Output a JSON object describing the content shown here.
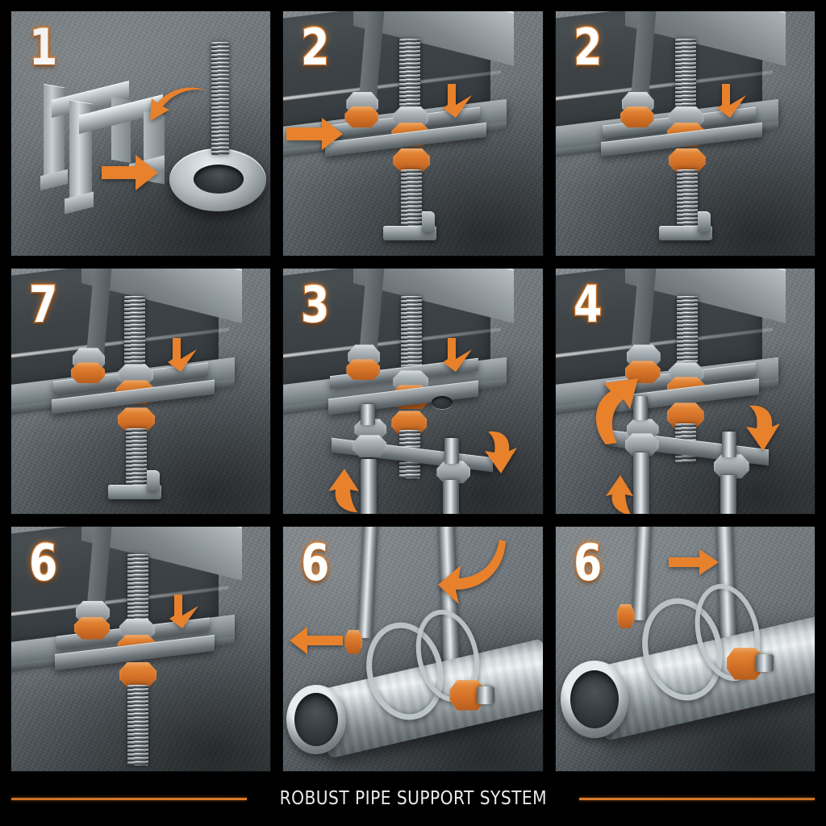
{
  "document": {
    "title": "ROBUST PIPE SUPPORT SYSTEM",
    "layout": "3x3 instruction photo grid",
    "background_color": "#000000",
    "accent_color": "#e8812c"
  },
  "footer": {
    "caption": "ROBUST PIPE SUPPORT SYSTEM",
    "rule_color": "#e8812c"
  },
  "panels": [
    {
      "id": "panel-1",
      "step_number": "1",
      "row": 1,
      "col": 1,
      "subject": "beam-clamp-bracket-and-threaded-bolt-with-washer-plate",
      "arrows": [
        {
          "name": "curved-arrow-down-left",
          "direction": "down-left",
          "color": "#e8812c"
        },
        {
          "name": "straight-arrow-right",
          "direction": "right",
          "color": "#e8812c"
        }
      ]
    },
    {
      "id": "panel-2",
      "step_number": "2",
      "row": 1,
      "col": 2,
      "subject": "beam-clamp-assembled-on-i-beam-flange-with-orange-nuts",
      "arrows": [
        {
          "name": "straight-arrow-right",
          "direction": "right",
          "color": "#e8812c"
        },
        {
          "name": "bent-arrow-down-left",
          "direction": "down-left",
          "color": "#e8812c"
        }
      ]
    },
    {
      "id": "panel-3",
      "step_number": "2",
      "row": 1,
      "col": 3,
      "subject": "beam-clamp-assembled-on-i-beam-flange-detail",
      "arrows": [
        {
          "name": "bent-arrow-down-left",
          "direction": "down-left",
          "color": "#e8812c"
        }
      ]
    },
    {
      "id": "panel-4",
      "step_number": "7",
      "row": 2,
      "col": 1,
      "subject": "beam-clamp-with-hook-end-threaded-rod",
      "arrows": [
        {
          "name": "bent-arrow-down-left",
          "direction": "down-left",
          "color": "#e8812c"
        }
      ]
    },
    {
      "id": "panel-5",
      "step_number": "3",
      "row": 2,
      "col": 2,
      "subject": "u-bolt-crossbar-plate-being-raised-to-clamp-plate",
      "arrows": [
        {
          "name": "bent-arrow-down-left",
          "direction": "down-left",
          "color": "#e8812c"
        },
        {
          "name": "curved-arrow-down",
          "direction": "down",
          "color": "#e8812c"
        },
        {
          "name": "curved-arrow-up",
          "direction": "up",
          "color": "#e8812c"
        }
      ]
    },
    {
      "id": "panel-6",
      "step_number": "4",
      "row": 2,
      "col": 3,
      "subject": "tightening-nuts-on-u-bolt-crossbar-assembly",
      "arrows": [
        {
          "name": "curved-arrow-rotate-up",
          "direction": "rotate-up",
          "color": "#e8812c"
        },
        {
          "name": "curved-arrow-down",
          "direction": "down",
          "color": "#e8812c"
        },
        {
          "name": "curved-arrow-up",
          "direction": "up",
          "color": "#e8812c"
        }
      ]
    },
    {
      "id": "panel-7",
      "step_number": "6",
      "row": 3,
      "col": 1,
      "subject": "completed-beam-clamp-with-hanging-threaded-rod",
      "arrows": [
        {
          "name": "bent-arrow-down-left",
          "direction": "down-left",
          "color": "#e8812c"
        }
      ]
    },
    {
      "id": "panel-8",
      "step_number": "6",
      "row": 3,
      "col": 2,
      "subject": "galvanized-pipe-seated-in-u-bolt-pipe-clamp",
      "arrows": [
        {
          "name": "curved-arrow-down",
          "direction": "down",
          "color": "#e8812c"
        },
        {
          "name": "straight-arrow-left",
          "direction": "left",
          "color": "#e8812c"
        }
      ]
    },
    {
      "id": "panel-9",
      "step_number": "6",
      "row": 3,
      "col": 3,
      "subject": "galvanized-pipe-clamped-and-secured-with-orange-hex-bolt",
      "arrows": [
        {
          "name": "straight-arrow-right",
          "direction": "right",
          "color": "#e8812c"
        }
      ]
    }
  ]
}
